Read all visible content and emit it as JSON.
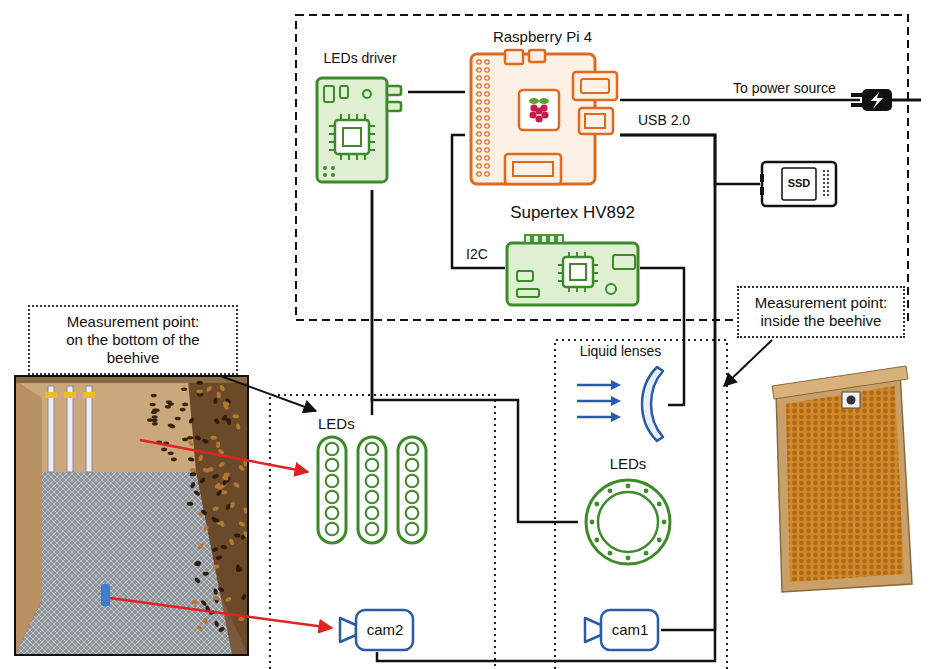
{
  "diagram": {
    "nodes": [
      {
        "text": [
          "LEDs driver"
        ]
      },
      {
        "text": [
          "Raspberry Pi 4"
        ]
      },
      {
        "text": [
          "SSD"
        ]
      },
      {
        "text": [
          "Supertex HV892"
        ]
      },
      {
        "text": [
          "Measurement point: inside the beehive"
        ]
      },
      {
        "text": [
          "Measurement point: on the bottom of the beehive"
        ]
      },
      {
        "text": [
          "Liquid lenses"
        ]
      },
      {
        "text": [
          "LEDs"
        ]
      },
      {
        "text": [
          "LEDs"
        ]
      },
      {
        "text": [
          "cam2"
        ]
      },
      {
        "text": [
          "cam1"
        ]
      }
    ],
    "edges": [
      {
        "from": 0,
        "to": 1,
        "arrow": "none"
      },
      {
        "from": 1,
        "to": 3,
        "label": "I2C",
        "arrow": "none"
      },
      {
        "from": 1,
        "to": 2,
        "label": "USB 2.0",
        "arrow": "none"
      },
      {
        "from": 1,
        "to": 10,
        "arrow": "none"
      },
      {
        "from": 1,
        "to": 9,
        "arrow": "none"
      },
      {
        "from": 3,
        "to": 6,
        "arrow": "none"
      },
      {
        "from": 0,
        "to": 7,
        "arrow": "none"
      },
      {
        "from": 0,
        "to": 8,
        "arrow": "none"
      }
    ],
    "labels": [
      "To power source"
    ]
  }
}
